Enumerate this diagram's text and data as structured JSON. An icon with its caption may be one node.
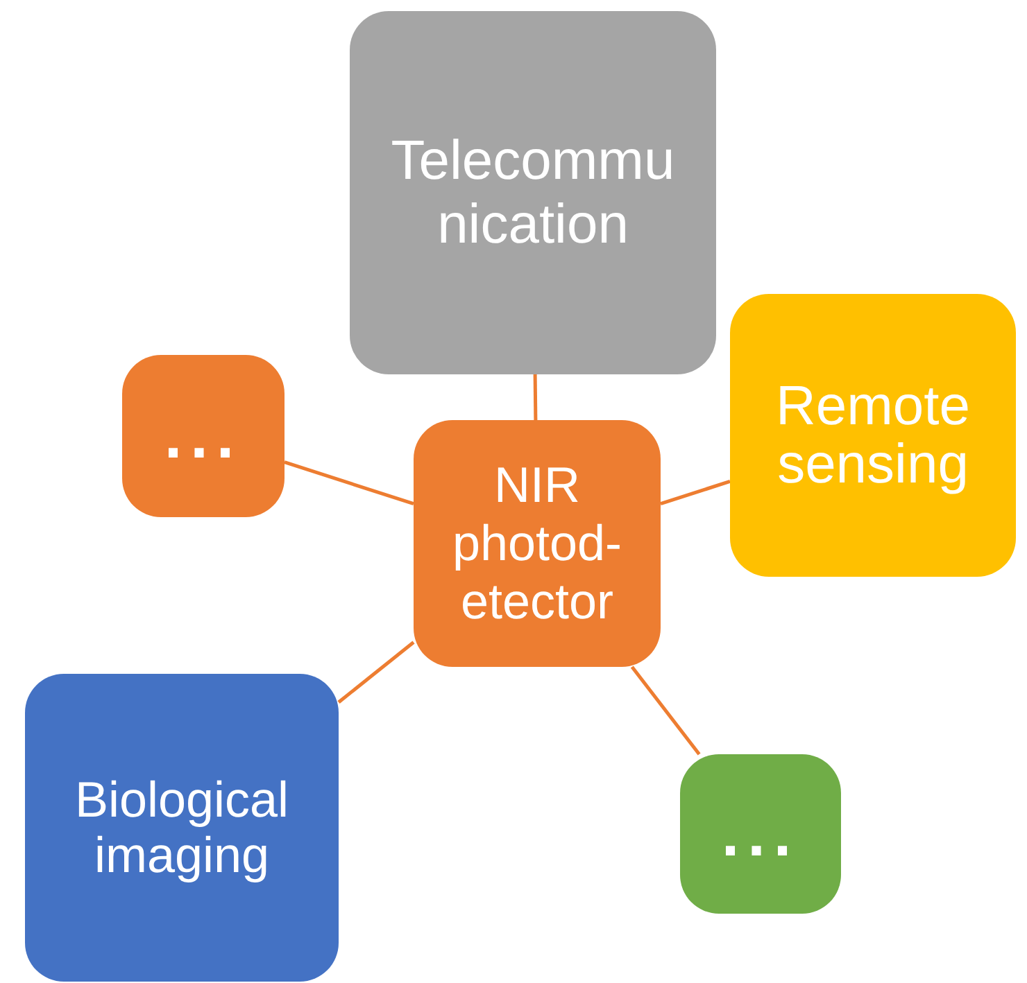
{
  "diagram": {
    "nodes": [
      {
        "text": [
          "Telecommunication"
        ]
      },
      {
        "text": [
          "..."
        ]
      },
      {
        "text": [
          "NIR photod-etector"
        ]
      },
      {
        "text": [
          "Remote sensing"
        ]
      },
      {
        "text": [
          "Biological imaging"
        ]
      },
      {
        "text": [
          "..."
        ]
      }
    ],
    "edges": [
      {
        "from": 2,
        "to": 0,
        "arrow": "none"
      },
      {
        "from": 2,
        "to": 1,
        "arrow": "none"
      },
      {
        "from": 2,
        "to": 3,
        "arrow": "none"
      },
      {
        "from": 2,
        "to": 4,
        "arrow": "none"
      },
      {
        "from": 2,
        "to": 5,
        "arrow": "none"
      }
    ]
  }
}
